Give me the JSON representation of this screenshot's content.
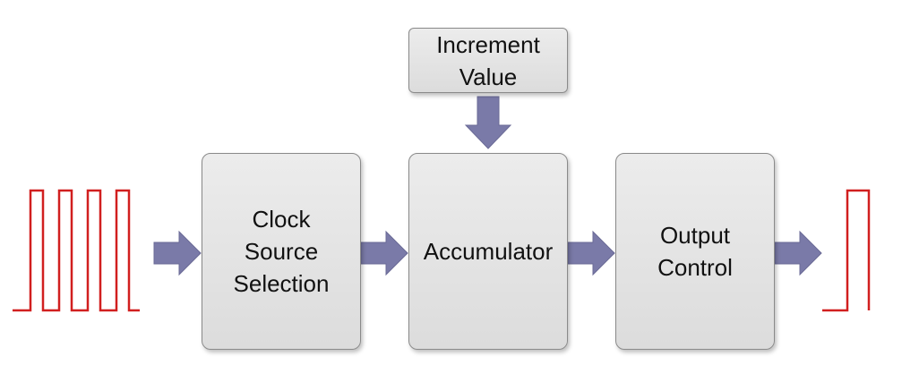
{
  "blocks": {
    "increment_value": {
      "line1": "Increment",
      "line2": "Value"
    },
    "clock_source_selection": {
      "line1": "Clock",
      "line2": "Source",
      "line3": "Selection"
    },
    "accumulator": {
      "line1": "Accumulator"
    },
    "output_control": {
      "line1": "Output",
      "line2": "Control"
    }
  },
  "colors": {
    "signal": "#d11f1f",
    "arrow": "#7a7aa8",
    "block_fill": "#e4e4e4",
    "block_border": "#8a8a8a"
  },
  "icons": {
    "input_signal": "pulse-train-waveform",
    "output_signal": "single-pulse-waveform",
    "connectors": "block-arrow"
  }
}
